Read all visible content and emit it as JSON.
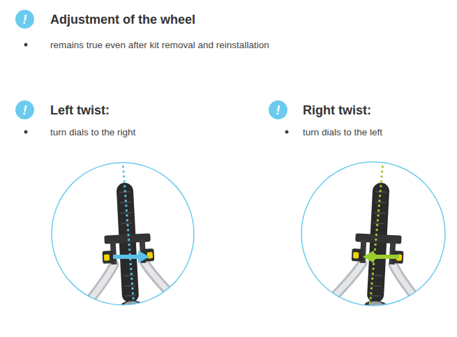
{
  "diagram": {
    "title": "Adjustment of the wheel",
    "nodes": [
      {
        "text": [
          "!"
        ]
      },
      {
        "text": [
          "!"
        ]
      },
      {
        "text": [
          "!"
        ]
      }
    ],
    "labels": [
      "remains true even after kit removal and reinstallation",
      "Left twist:",
      "turn dials to the right",
      "Right twist:",
      "turn dials to the left"
    ]
  }
}
